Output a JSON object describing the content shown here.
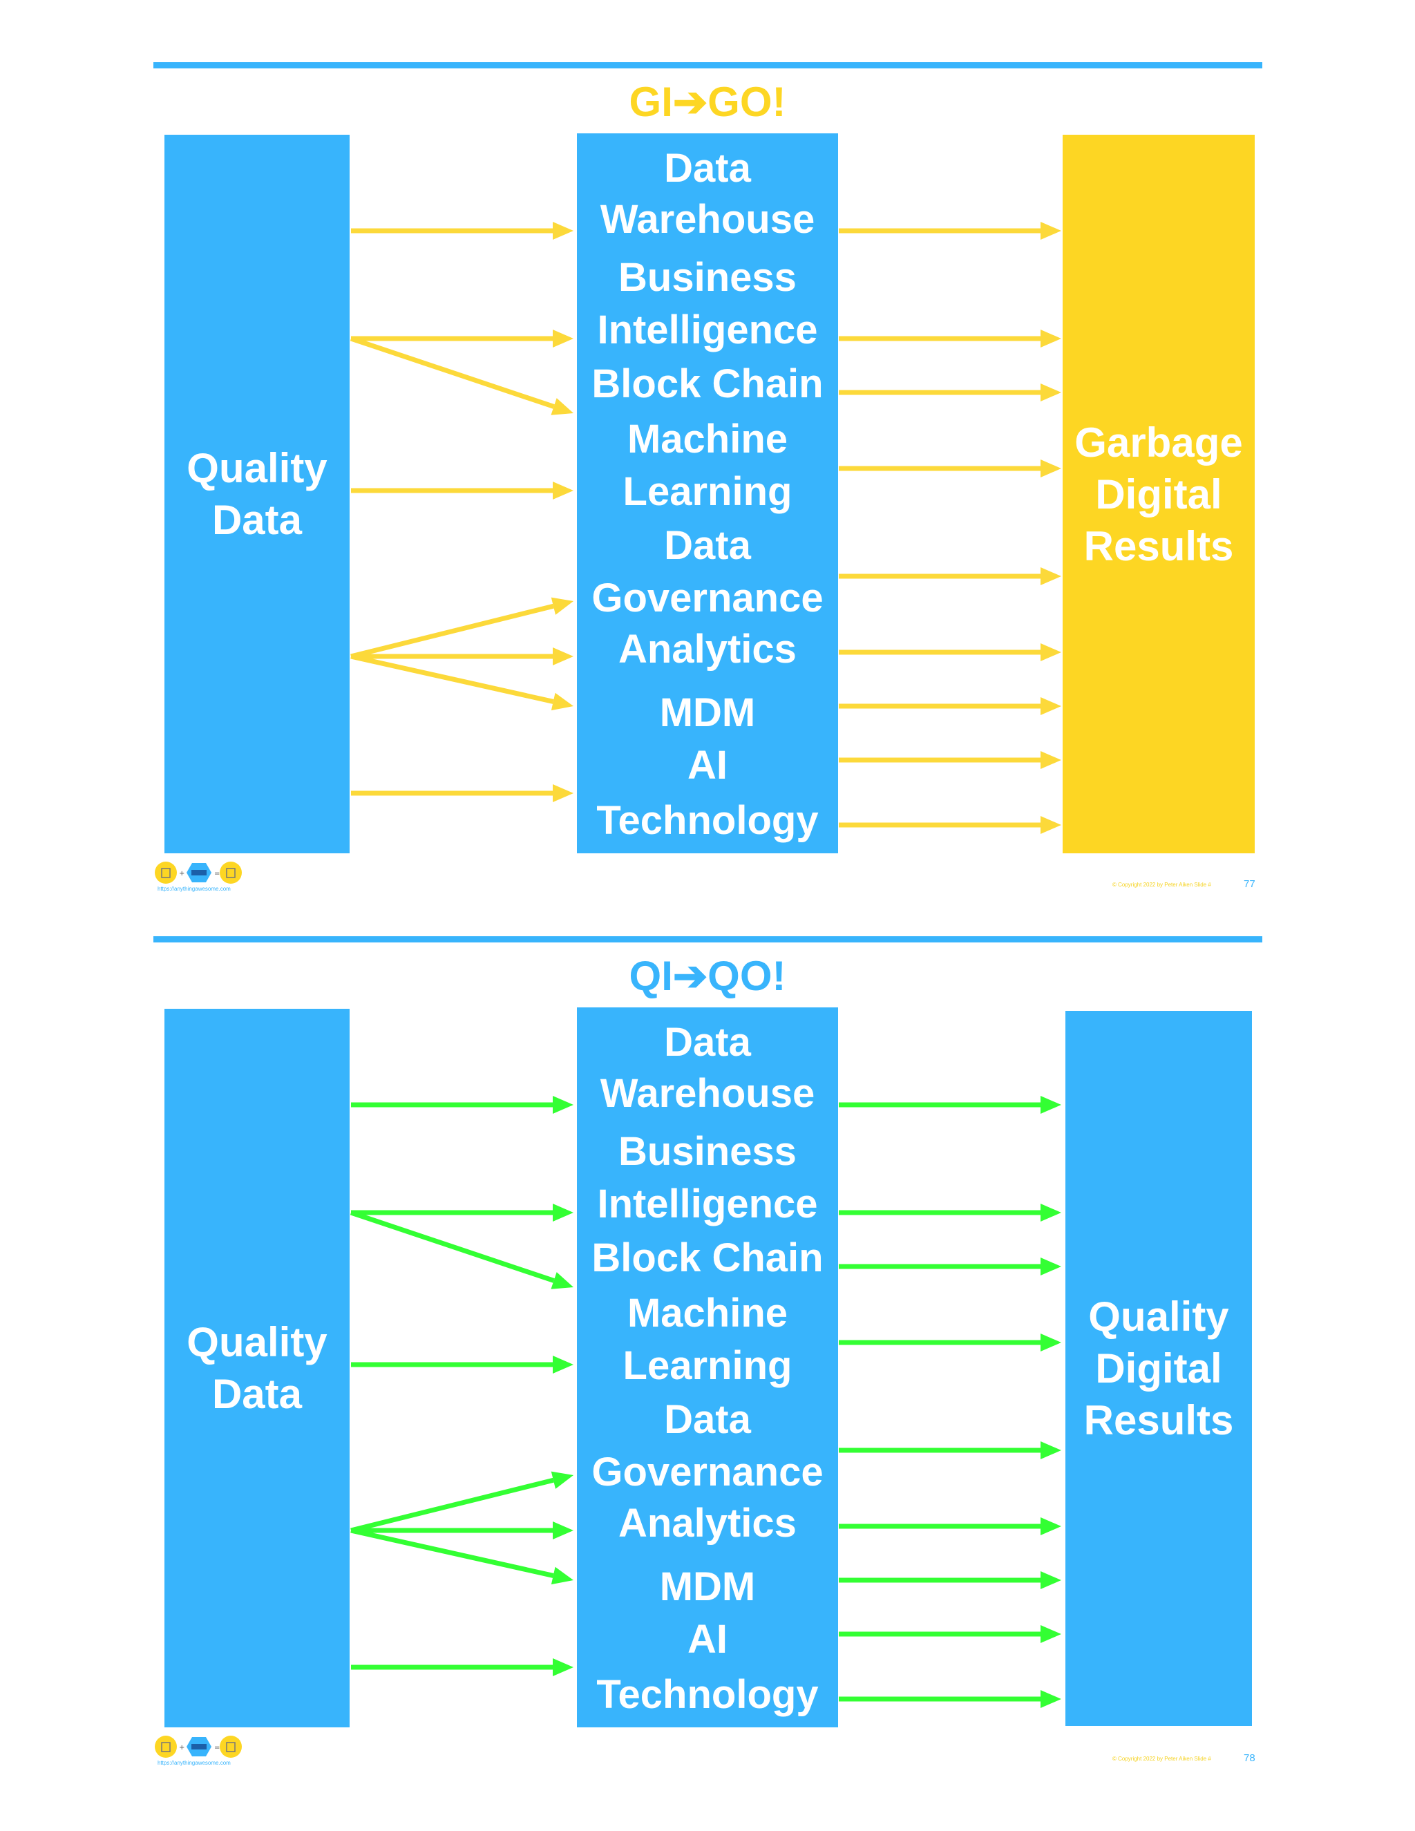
{
  "colors": {
    "blue": "#38b4fc",
    "yellow": "#fdd623",
    "green": "#33ff33",
    "arrow_yellow": "#fcd93a"
  },
  "slides": [
    {
      "title": "GI➔GO!",
      "title_color": "#fdd623",
      "left_box": [
        "Quality",
        "Data"
      ],
      "middle_items": [
        "Data",
        "Warehouse",
        "Business",
        "Intelligence",
        "Block Chain",
        "Machine",
        "Learning",
        "Data",
        "Governance",
        "Analytics",
        "MDM",
        "AI",
        "Technology"
      ],
      "right_box": [
        "Garbage",
        "Digital",
        "Results"
      ],
      "right_box_color": "#fdd623",
      "arrow_color": "#fcd93a",
      "logo_url": "https://anythingawesome.com",
      "copyright": "© Copyright 2022 by Peter Aiken Slide #",
      "page_number": "77"
    },
    {
      "title": "QI➔QO!",
      "title_color": "#38b4fc",
      "left_box": [
        "Quality",
        "Data"
      ],
      "middle_items": [
        "Data",
        "Warehouse",
        "Business",
        "Intelligence",
        "Block Chain",
        "Machine",
        "Learning",
        "Data",
        "Governance",
        "Analytics",
        "MDM",
        "AI",
        "Technology"
      ],
      "right_box": [
        "Quality",
        "Digital",
        "Results"
      ],
      "right_box_color": "#38b4fc",
      "arrow_color": "#33ff33",
      "logo_url": "https://anythingawesome.com",
      "copyright": "© Copyright 2022 by Peter Aiken Slide #",
      "page_number": "78"
    }
  ]
}
